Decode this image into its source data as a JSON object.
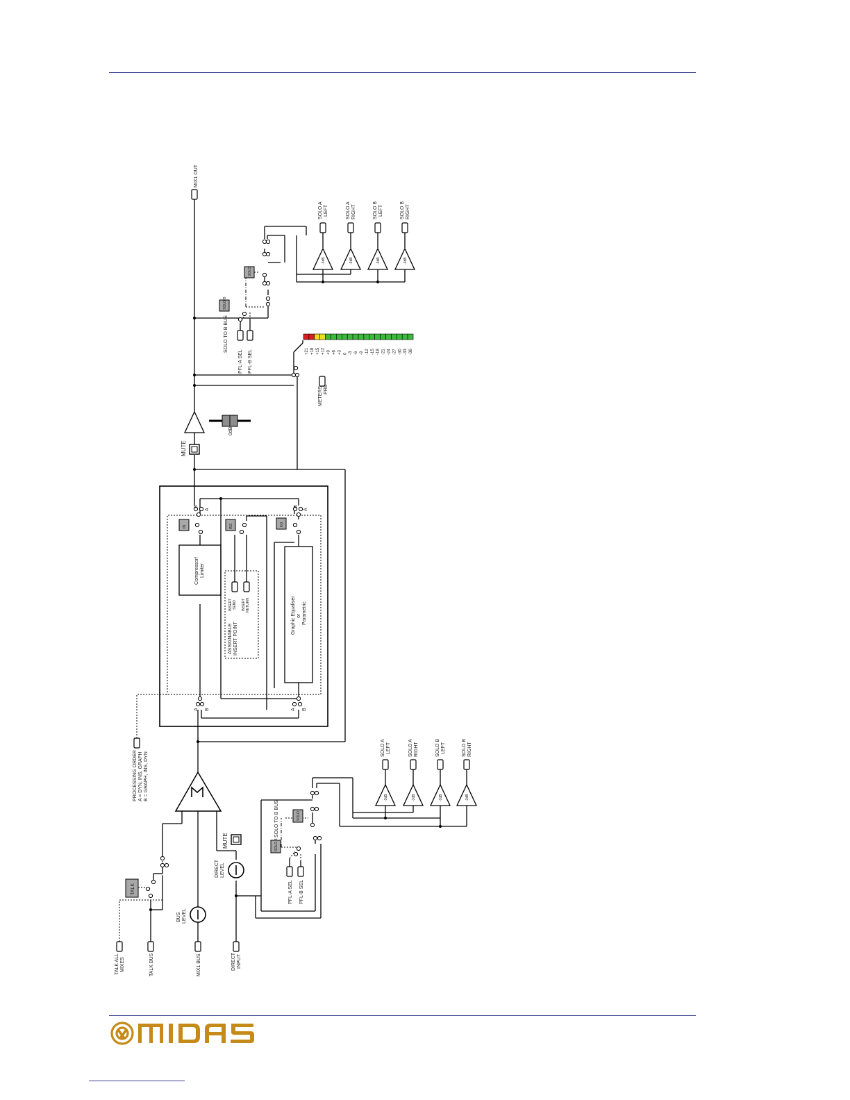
{
  "brand": {
    "name": "MIDAS",
    "accent_color": "#c58a18",
    "rule_color": "#3a3f8f"
  },
  "labels": {
    "talk_all_mixes": [
      "TALK ALL",
      "MIXES"
    ],
    "talk_bus": "TALK BUS",
    "mix1_bus": "MIX1 BUS",
    "direct_input": [
      "DIRECT",
      "INPUT"
    ],
    "bus_level": [
      "BUS",
      "LEVEL"
    ],
    "direct_level": [
      "DIRECT",
      "LEVEL"
    ],
    "talk": "TALK",
    "mute": "MUTE",
    "processing_order": [
      "PROCESSING ORDER",
      "A = DYN, INS, GRAPH",
      "B = GRAPH, INS, DYN"
    ],
    "compressor": [
      "Compressor/",
      "Limiter"
    ],
    "assignable_insert": [
      "ASSIGNABLE",
      "INSERT POINT"
    ],
    "insert_send": [
      "INSERT",
      "SEND"
    ],
    "insert_return": [
      "INSERT",
      "RETURN"
    ],
    "graphic_eq": [
      "Graphic Equaliser",
      "or",
      "Parametric"
    ],
    "in": "IN",
    "ins": "INS",
    "eq": "EQ",
    "a": "A",
    "b": "B",
    "zero_db": "0dB",
    "meters_pre": [
      "METERS",
      "PRE"
    ],
    "mix1_out": "MIX1 OUT",
    "pfl_a_sel": "PFL-A SEL",
    "pfl_b_sel": "PFL-B SEL",
    "solo_to_b_bus": "SOLO TO B BUS",
    "solo": "SOLO",
    "solo_b": "SOLO B",
    "minus3db": "-3dB",
    "solo_a_left": [
      "SOLO A",
      "LEFT"
    ],
    "solo_a_right": [
      "SOLO A",
      "RIGHT"
    ],
    "solo_b_left": [
      "SOLO B",
      "LEFT"
    ],
    "solo_b_right": [
      "SOLO B",
      "RIGHT"
    ]
  },
  "meter": {
    "scale": [
      "+21",
      "+18",
      "+15",
      "+12",
      "+9",
      "+6",
      "+3",
      "0",
      "-3",
      "-6",
      "-9",
      "-12",
      "-15",
      "-18",
      "-21",
      "-24",
      "-27",
      "-30",
      "-33",
      "-36"
    ],
    "colors": [
      "#d42020",
      "#d42020",
      "#e8e020",
      "#e8e020",
      "#3cb83c",
      "#3cb83c",
      "#3cb83c",
      "#3cb83c",
      "#3cb83c",
      "#3cb83c",
      "#3cb83c",
      "#3cb83c",
      "#3cb83c",
      "#3cb83c",
      "#3cb83c",
      "#3cb83c",
      "#3cb83c",
      "#3cb83c",
      "#3cb83c",
      "#3cb83c"
    ]
  }
}
